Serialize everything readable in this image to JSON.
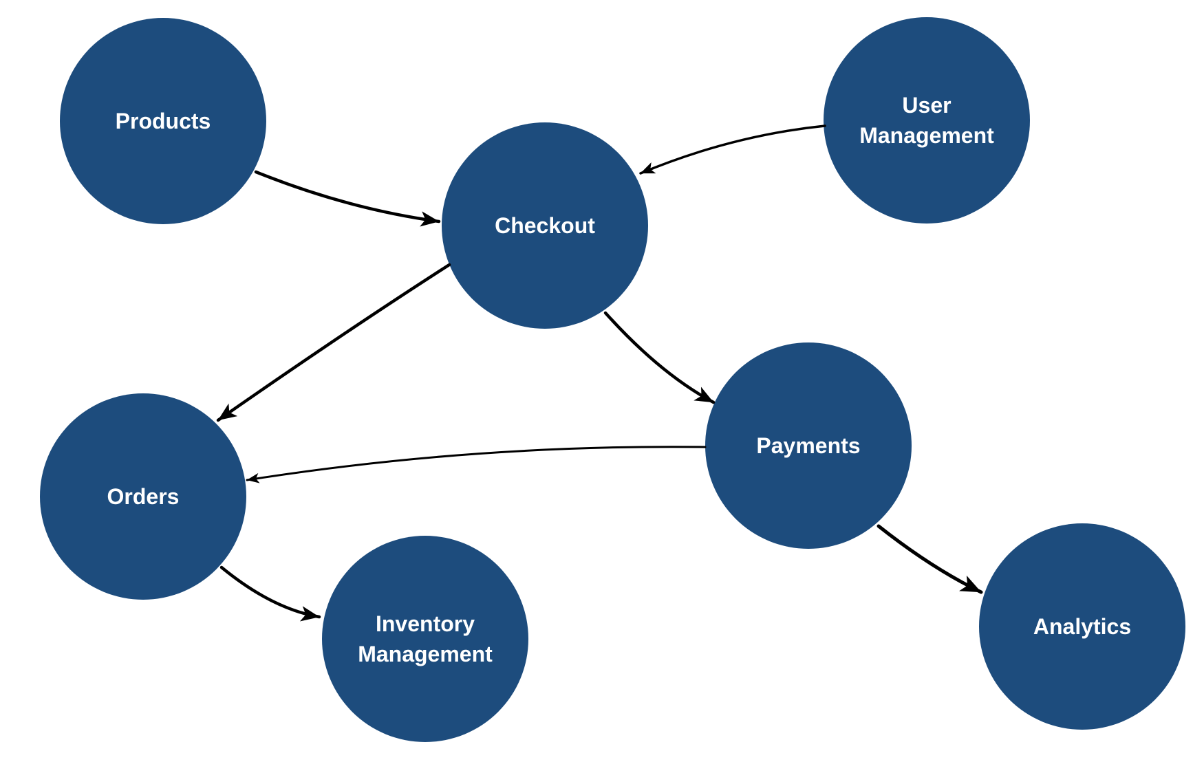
{
  "diagram": {
    "background_color": "#FFFFFF",
    "node_fill_color": "#1D4C7D",
    "node_text_color": "#FFFFFF",
    "edge_color": "#000000",
    "nodes": [
      {
        "id": "products",
        "label": "Products",
        "lines": [
          "Products"
        ]
      },
      {
        "id": "checkout",
        "label": "Checkout",
        "lines": [
          "Checkout"
        ]
      },
      {
        "id": "user-management",
        "label": "User Management",
        "lines": [
          "User",
          "Management"
        ]
      },
      {
        "id": "orders",
        "label": "Orders",
        "lines": [
          "Orders"
        ]
      },
      {
        "id": "payments",
        "label": "Payments",
        "lines": [
          "Payments"
        ]
      },
      {
        "id": "inventory-management",
        "label": "Inventory Management",
        "lines": [
          "Inventory",
          "Management"
        ]
      },
      {
        "id": "analytics",
        "label": "Analytics",
        "lines": [
          "Analytics"
        ]
      }
    ],
    "edges": [
      {
        "from": "products",
        "to": "checkout"
      },
      {
        "from": "user-management",
        "to": "checkout"
      },
      {
        "from": "checkout",
        "to": "orders"
      },
      {
        "from": "checkout",
        "to": "payments"
      },
      {
        "from": "payments",
        "to": "orders"
      },
      {
        "from": "payments",
        "to": "analytics"
      },
      {
        "from": "orders",
        "to": "inventory-management"
      }
    ]
  }
}
